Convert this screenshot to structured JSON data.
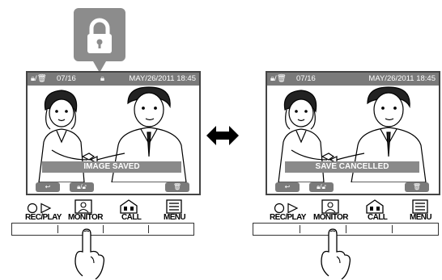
{
  "left_screen": {
    "status": {
      "lock_icon": "lock-icon",
      "counter": "07/16",
      "date": "MAY/26/2011 18:45"
    },
    "banner": "IMAGE SAVED"
  },
  "right_screen": {
    "status": {
      "counter": "07/16",
      "date": "MAY/26/2011 18:45"
    },
    "banner": "SAVE CANCELLED"
  },
  "buttons": {
    "rec_play": "REC/PLAY",
    "monitor": "MONITOR",
    "call": "CALL",
    "menu": "MENU"
  },
  "colors": {
    "status_bar": "#7a7a7a",
    "banner": "#8a8a8a",
    "callout": "#8c8c8c"
  }
}
